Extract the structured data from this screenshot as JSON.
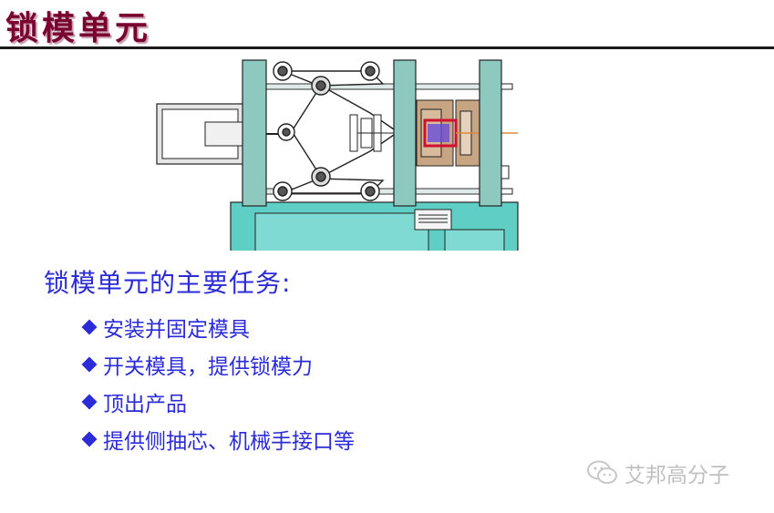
{
  "slide": {
    "title": "锁模单元",
    "heading": "锁模单元的主要任务:",
    "bullets": [
      "安装并固定模具",
      "开关模具，提供锁模力",
      "顶出产品",
      "提供侧抽芯、机械手接口等"
    ]
  },
  "watermark": {
    "icon": "wechat-icon",
    "text": "艾邦高分子"
  },
  "colors": {
    "title": "#7a0030",
    "text": "#2b2bd8",
    "machine_frame": "#8ec9c0",
    "machine_base": "#5fcfc6",
    "mold": "#c8a582"
  }
}
